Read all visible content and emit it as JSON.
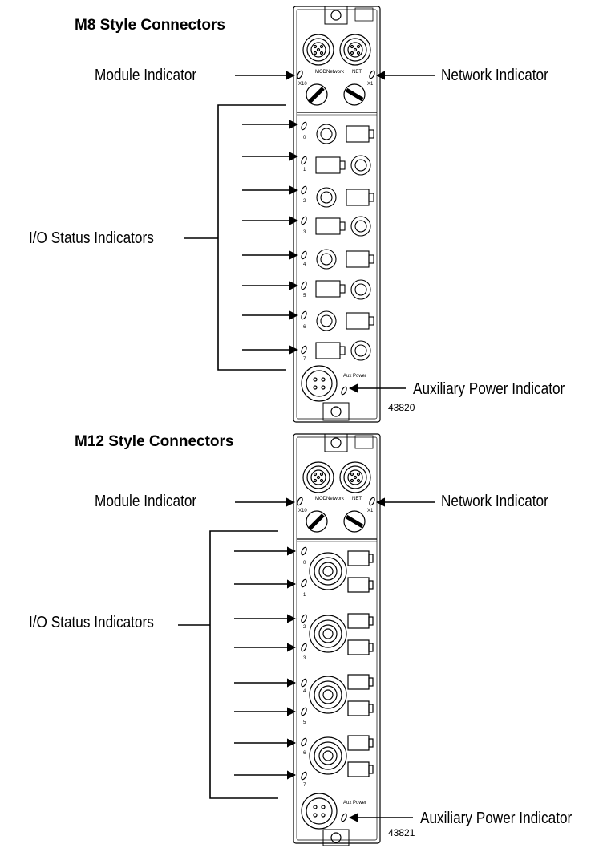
{
  "diagrams": [
    {
      "title": "M8 Style Connectors",
      "module_indicator": "Module Indicator",
      "network_indicator": "Network Indicator",
      "io_status_indicators": "I/O Status Indicators",
      "aux_power_indicator": "Auxiliary Power Indicator",
      "figure_number": "43820",
      "device_text": {
        "mod": "MOD",
        "network": "Network",
        "net": "NET",
        "x10": "X10",
        "x1": "X1",
        "aux_power": "Aux Power",
        "channels": [
          "0",
          "1",
          "2",
          "3",
          "4",
          "5",
          "6",
          "7"
        ]
      }
    },
    {
      "title": "M12 Style Connectors",
      "module_indicator": "Module Indicator",
      "network_indicator": "Network Indicator",
      "io_status_indicators": "I/O Status Indicators",
      "aux_power_indicator": "Auxiliary Power Indicator",
      "figure_number": "43821",
      "device_text": {
        "mod": "MOD",
        "network": "Network",
        "net": "NET",
        "x10": "X10",
        "x1": "X1",
        "aux_power": "Aux Power",
        "channels": [
          "0",
          "1",
          "2",
          "3",
          "4",
          "5",
          "6",
          "7"
        ]
      }
    }
  ]
}
